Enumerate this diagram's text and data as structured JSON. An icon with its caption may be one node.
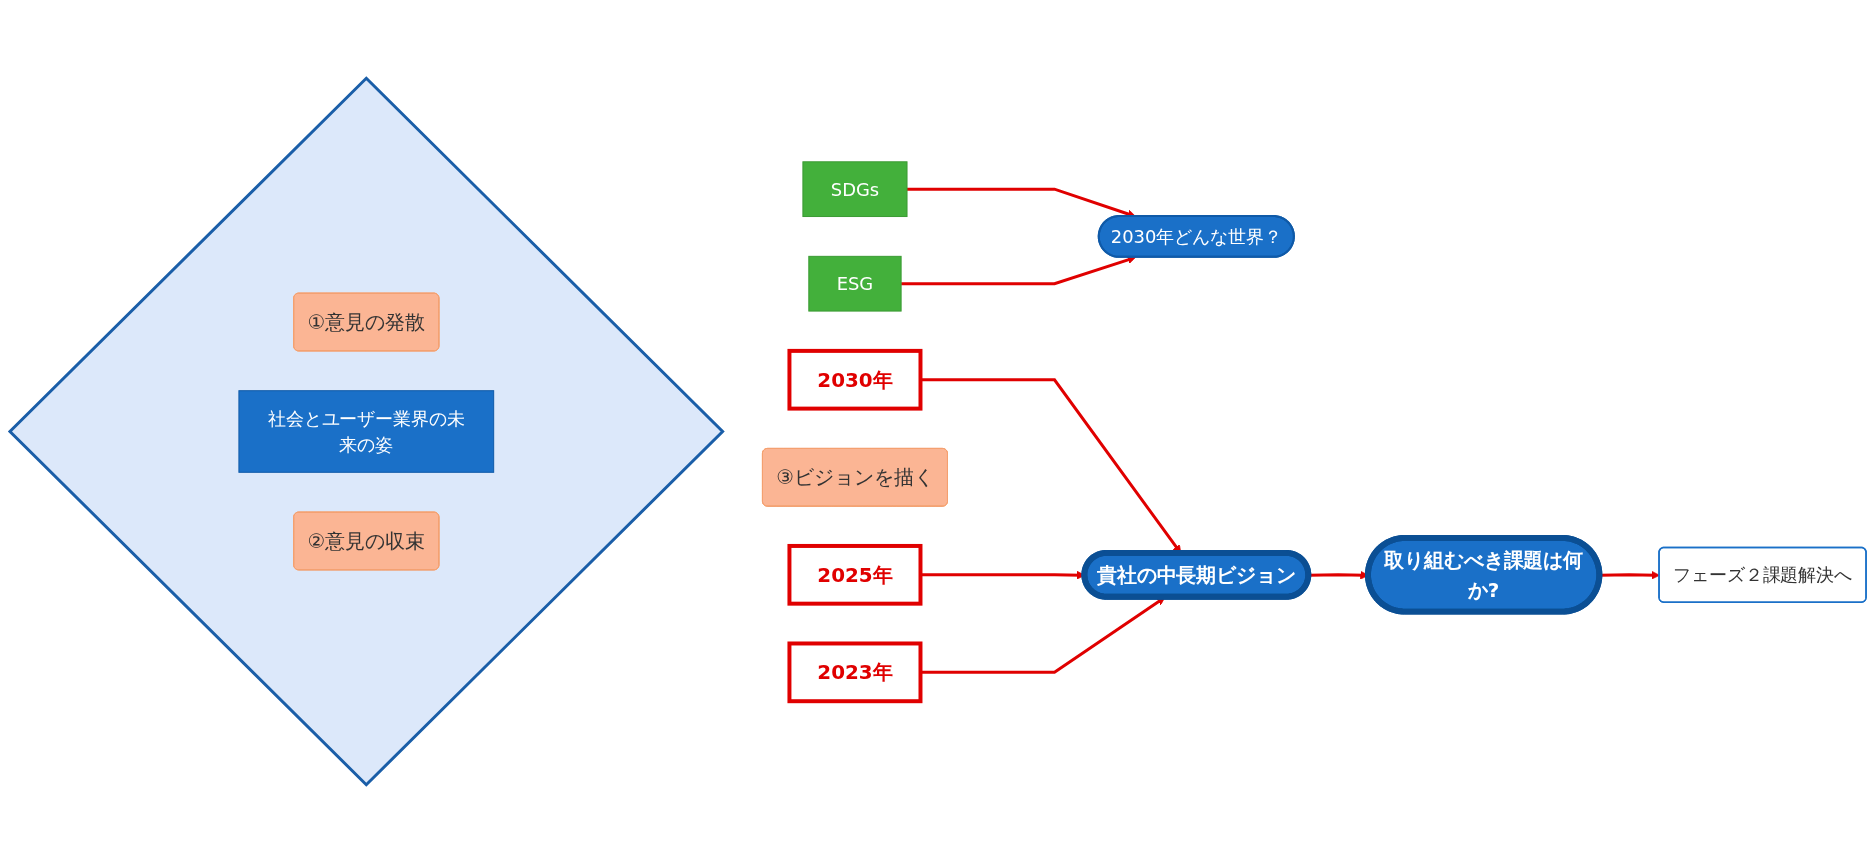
{
  "diagram": {
    "nodes": [
      {
        "text": [
          "SDGs"
        ]
      },
      {
        "text": [
          "2030年どんな世界？"
        ]
      },
      {
        "text": [
          "ESG"
        ]
      },
      {
        "text": [],
        "shape": "diamond"
      },
      {
        "text": [
          "①意見の発散"
        ],
        "in": 3
      },
      {
        "text": [
          "社会とユーザー業界の未来の姿"
        ],
        "in": 3
      },
      {
        "text": [
          "②意見の収束"
        ],
        "in": 3
      },
      {
        "text": [
          "2030年"
        ]
      },
      {
        "text": [
          "③ビジョンを描く"
        ]
      },
      {
        "text": [
          "2025年"
        ]
      },
      {
        "text": [
          "2023年"
        ]
      },
      {
        "text": [
          "貴社の中長期ビジョン"
        ]
      },
      {
        "text": [
          "取り組むべき課題は何か?"
        ]
      },
      {
        "text": [
          "フェーズ２課題解決へ"
        ]
      }
    ],
    "edges": [
      {
        "from": 0,
        "to": 1,
        "arrow": "to"
      },
      {
        "from": 2,
        "to": 1,
        "arrow": "to"
      },
      {
        "from": 7,
        "to": 11,
        "arrow": "to"
      },
      {
        "from": 9,
        "to": 11,
        "arrow": "to"
      },
      {
        "from": 10,
        "to": 11,
        "arrow": "to"
      },
      {
        "from": 11,
        "to": 12,
        "arrow": "to"
      },
      {
        "from": 12,
        "to": 13,
        "arrow": "to"
      }
    ]
  }
}
